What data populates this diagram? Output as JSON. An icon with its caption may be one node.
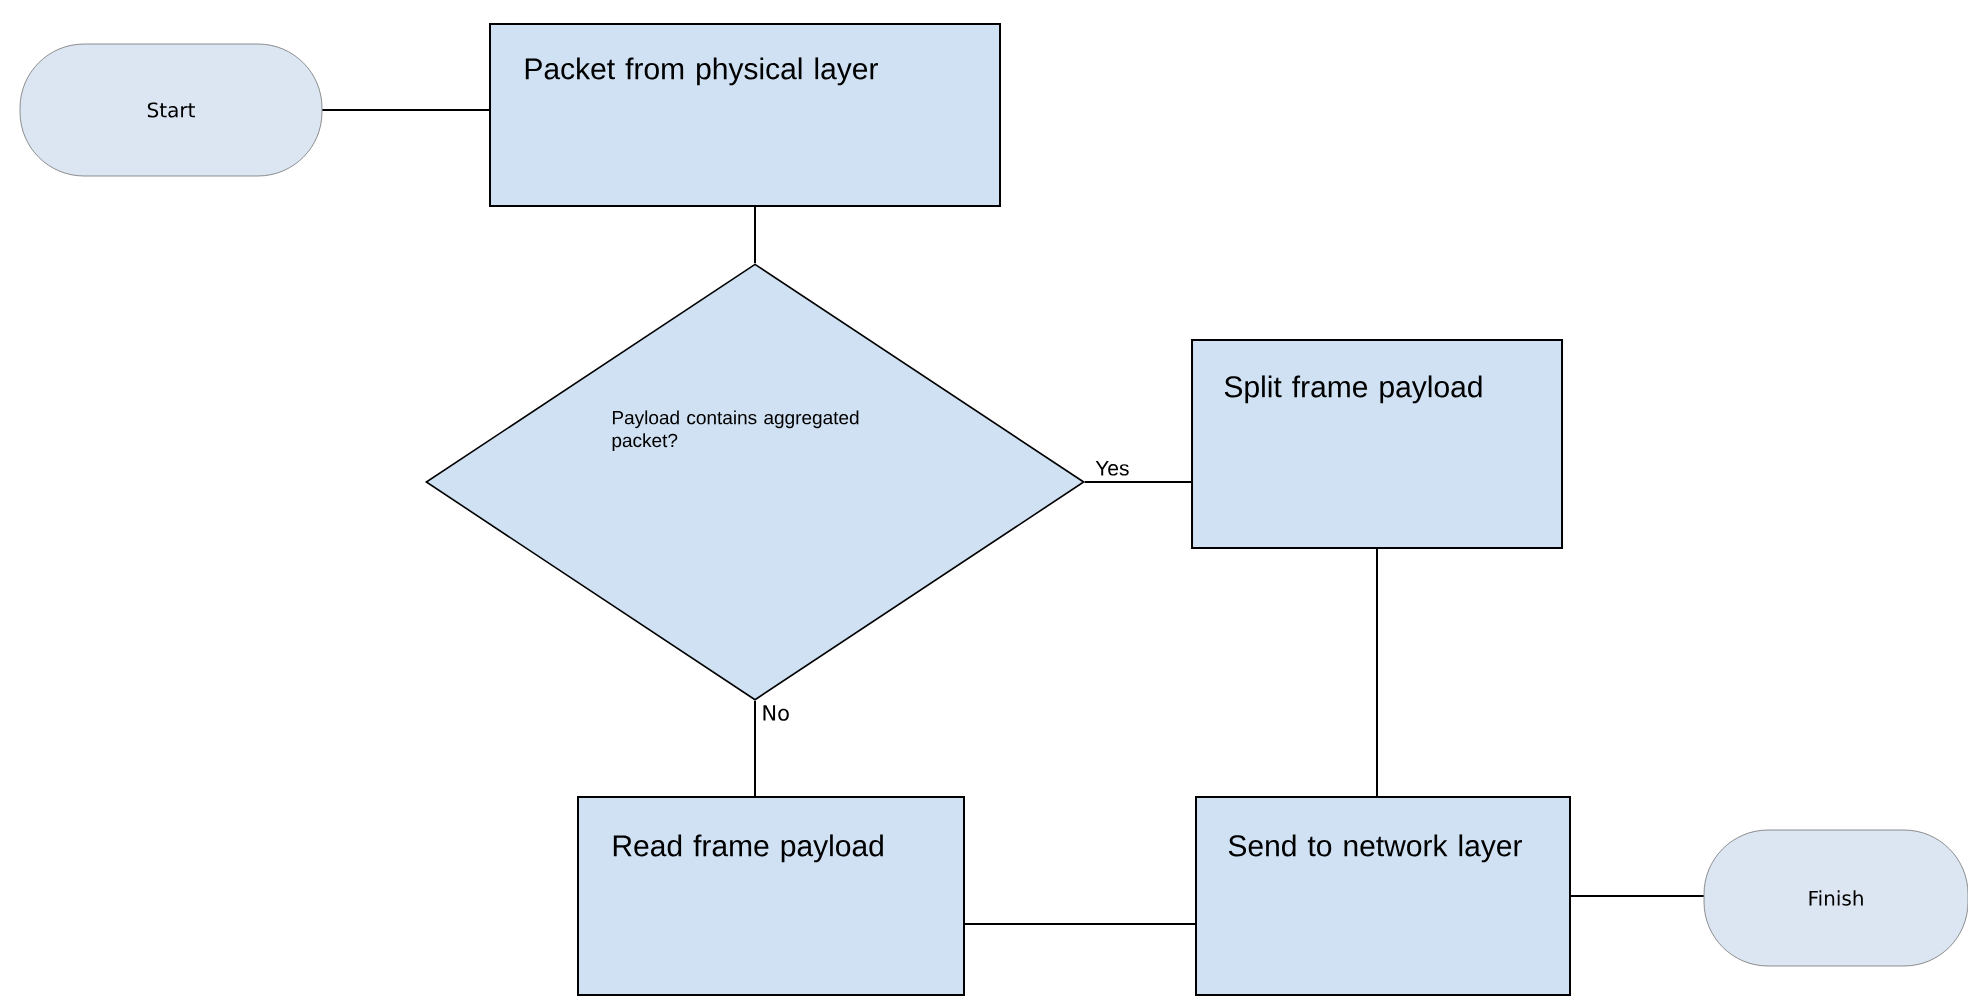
{
  "diagram": {
    "nodes": [
      {
        "text": [
          "Start"
        ]
      },
      {
        "text": [
          "Packet from physical layer"
        ]
      },
      {
        "text": [
          "Payload contains aggregated packet?"
        ]
      },
      {
        "text": [
          "Split frame payload"
        ]
      },
      {
        "text": [
          "Read frame payload"
        ]
      },
      {
        "text": [
          "Send to network layer"
        ]
      },
      {
        "text": [
          "Finish"
        ]
      }
    ],
    "edges": [
      {
        "from": 0,
        "to": 1,
        "arrow": "none"
      },
      {
        "from": 1,
        "to": 2,
        "arrow": "none"
      },
      {
        "from": 2,
        "to": 3,
        "arrow": "none",
        "label": "Yes"
      },
      {
        "from": 2,
        "to": 4,
        "arrow": "none",
        "label": "No"
      },
      {
        "from": 3,
        "to": 5,
        "arrow": "none"
      },
      {
        "from": 4,
        "to": 5,
        "arrow": "none"
      },
      {
        "from": 5,
        "to": 6,
        "arrow": "none"
      }
    ]
  }
}
